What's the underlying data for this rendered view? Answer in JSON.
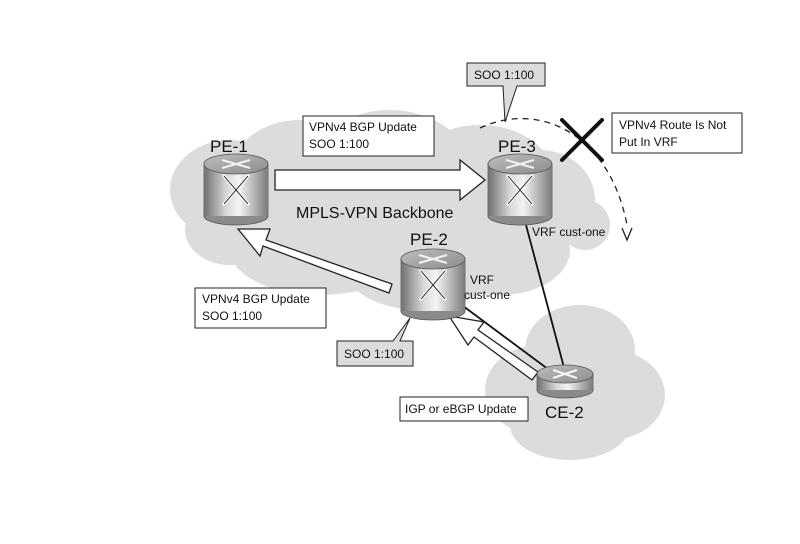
{
  "diagram": {
    "cloud_label": "MPLS-VPN Backbone",
    "routers": {
      "pe1": "PE-1",
      "pe2": "PE-2",
      "pe3": "PE-3",
      "ce2": "CE-2"
    },
    "vrf_labels": {
      "pe3": "VRF cust-one",
      "pe2_line1": "VRF",
      "pe2_line2": "cust-one"
    },
    "callouts": {
      "update_top_line1": "VPNv4 BGP Update",
      "update_top_line2": "SOO 1:100",
      "update_left_line1": "VPNv4 BGP Update",
      "update_left_line2": "SOO 1:100",
      "soo_pe3": "SOO 1:100",
      "soo_pe2": "SOO 1:100",
      "igp_update": "IGP or eBGP Update",
      "rejected_line1": "VPNv4 Route Is Not",
      "rejected_line2": "Put In VRF"
    }
  }
}
